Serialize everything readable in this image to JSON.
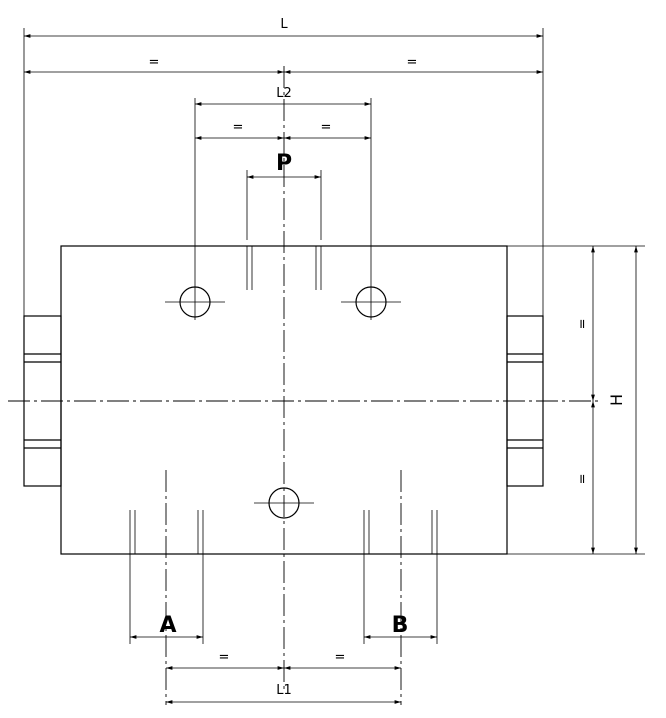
{
  "labels": {
    "L": "L",
    "L1": "L1",
    "L2": "L2",
    "H": "H",
    "P": "P",
    "A": "A",
    "B": "B",
    "eq": "="
  }
}
